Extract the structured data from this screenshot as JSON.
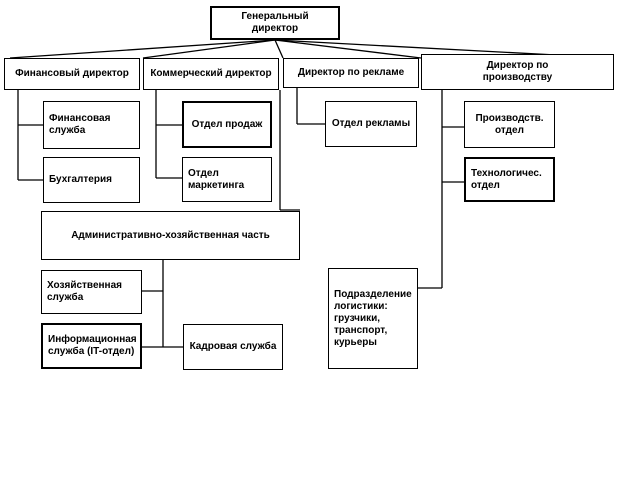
{
  "chart": {
    "general_director": "Генеральный директор",
    "financial_director": "Финансовый директор",
    "commercial_director": "Коммерческий директор",
    "advertising_director": "Директор по рекламе",
    "production_director": "Директор по\nпроизводству",
    "finance_service": "Финансовая\nслужба",
    "accounting": "Бухгалтерия",
    "sales_department": "Отдел продаж",
    "marketing_department": "Отдел\nмаркетинга",
    "advertising_department": "Отдел рекламы",
    "production_department": "Производств.\nотдел",
    "technology_department": "Технологичес.\nотдел",
    "admin_part": "Административно-хозяйственная часть",
    "household_service": "Хозяйственная\nслужба",
    "it_service": "Информационная\nслужба (IT-отдел)",
    "hr_service": "Кадровая служба",
    "logistics": "Подразделение\nлогистики:\nгрузчики,\nтранспорт,\nкурьеры"
  }
}
